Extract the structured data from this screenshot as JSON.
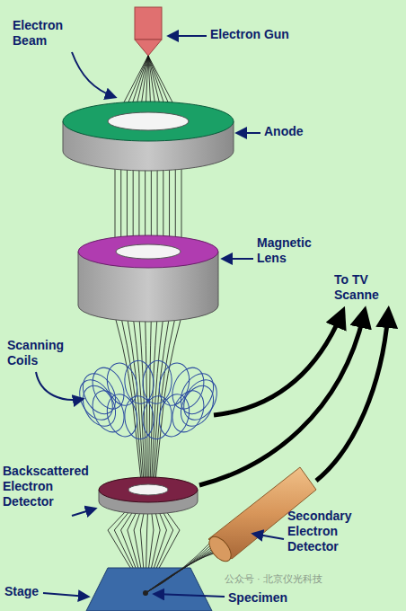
{
  "diagram": {
    "labels": [
      "Electron Beam",
      "Electron Gun",
      "Anode",
      "Magnetic Lens",
      "To TV Scanne",
      "Scanning Coils",
      "Backscattered Electron Detector",
      "Secondary Electron Detector",
      "Stage",
      "Specimen",
      "公众号 · 北京仪光科技"
    ]
  }
}
